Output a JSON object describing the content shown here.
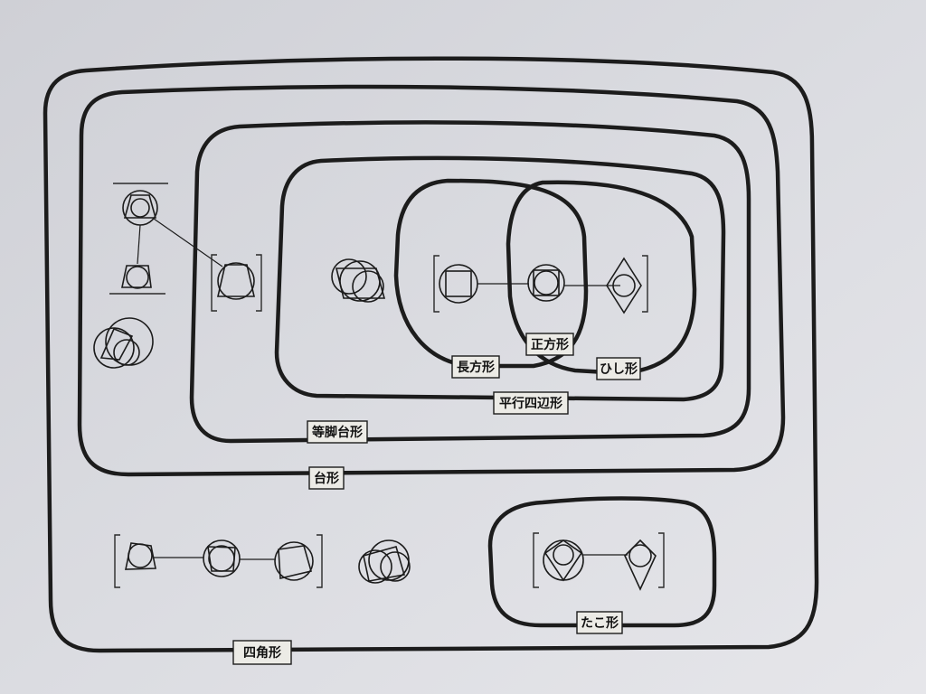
{
  "diagram": {
    "sets": {
      "quadrilateral": "四角形",
      "trapezoid": "台形",
      "isosceles_trapezoid": "等脚台形",
      "parallelogram": "平行四辺形",
      "rectangle": "長方形",
      "rhombus": "ひし形",
      "square": "正方形",
      "kite": "たこ形"
    }
  }
}
